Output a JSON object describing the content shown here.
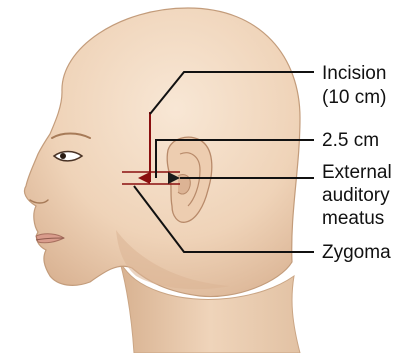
{
  "colors": {
    "skin": "#f3dcc4",
    "skin_shadow": "#d9b596",
    "skin_dark": "#b88a6a",
    "incision": "#8a0f0f",
    "leader": "#111111"
  },
  "labels": {
    "incision_line1": "Incision",
    "incision_line2": "(10 cm)",
    "distance": "2.5 cm",
    "meatus_line1": "External",
    "meatus_line2": "auditory",
    "meatus_line3": "meatus",
    "zygoma": "Zygoma"
  }
}
